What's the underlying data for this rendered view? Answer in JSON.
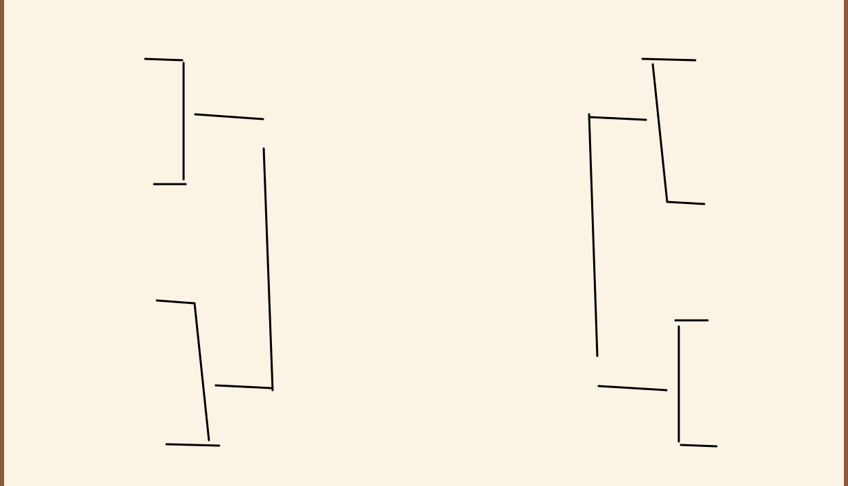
{
  "canvas": {
    "background": "#fbf3e4",
    "frame_color": "#8a5a3c",
    "stroke_color": "#000000"
  },
  "diagram": {
    "kind": "hand-drawn bracket sketch",
    "left_group_strokes": 3,
    "right_group_strokes": 3
  }
}
